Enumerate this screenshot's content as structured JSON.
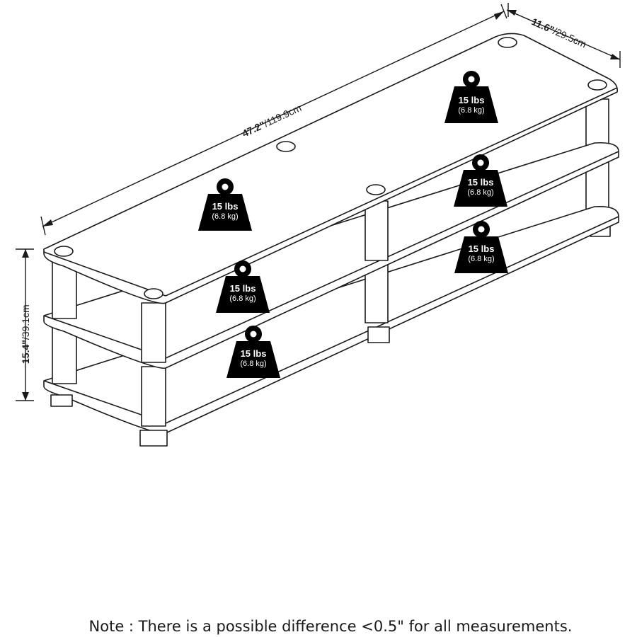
{
  "dimensions": {
    "length": {
      "main": "47.2\"",
      "sub": "/119.9cm"
    },
    "depth": {
      "main": "11.6\"",
      "sub": "/29.5cm"
    },
    "height": {
      "main": "15.4\"",
      "sub": "/39.1cm"
    }
  },
  "weight_tags": [
    {
      "lbs": "15 lbs",
      "kg": "(6.8 kg)"
    },
    {
      "lbs": "15 lbs",
      "kg": "(6.8 kg)"
    },
    {
      "lbs": "15 lbs",
      "kg": "(6.8 kg)"
    },
    {
      "lbs": "15 lbs",
      "kg": "(6.8 kg)"
    },
    {
      "lbs": "15 lbs",
      "kg": "(6.8 kg)"
    },
    {
      "lbs": "15 lbs",
      "kg": "(6.8 kg)"
    }
  ],
  "note": "Note : There is a possible difference <0.5\" for all measurements.",
  "colors": {
    "line": "#1a1a1a",
    "weight_fill": "#000000",
    "background": "#ffffff"
  }
}
